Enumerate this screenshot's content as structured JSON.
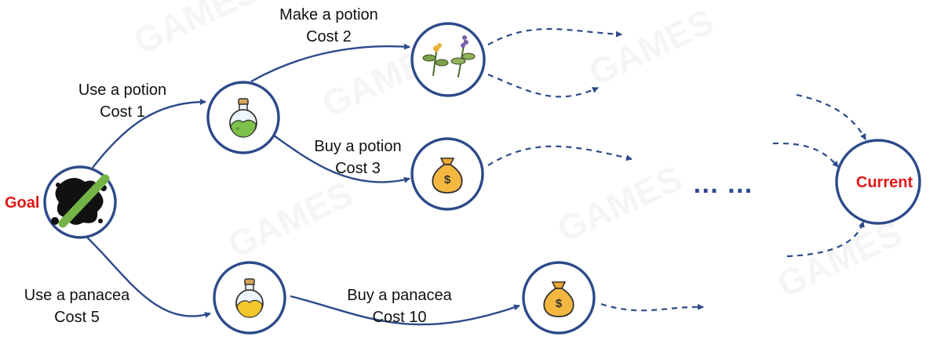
{
  "colors": {
    "stroke": "#2d4a8a",
    "label_red": "#e01818",
    "dots": "#2d4a8a"
  },
  "nodes": {
    "goal": {
      "label": "Goal",
      "icon": "crossed-out-blob-icon"
    },
    "current": {
      "label": "Current"
    },
    "potion": {
      "icon": "green-potion-icon"
    },
    "herbs": {
      "icon": "herbs-icon"
    },
    "money_top": {
      "icon": "money-bag-icon"
    },
    "panacea": {
      "icon": "yellow-potion-icon"
    },
    "money_bottom": {
      "icon": "money-bag-icon"
    }
  },
  "edges": {
    "use_potion": {
      "line1": "Use a potion",
      "line2": "Cost 1"
    },
    "make_potion": {
      "line1": "Make a potion",
      "line2": "Cost 2"
    },
    "buy_potion": {
      "line1": "Buy a potion",
      "line2": "Cost 3"
    },
    "use_panacea": {
      "line1": "Use a panacea",
      "line2": "Cost 5"
    },
    "buy_panacea": {
      "line1": "Buy a panacea",
      "line2": "Cost 10"
    }
  },
  "ellipsis": "… …"
}
